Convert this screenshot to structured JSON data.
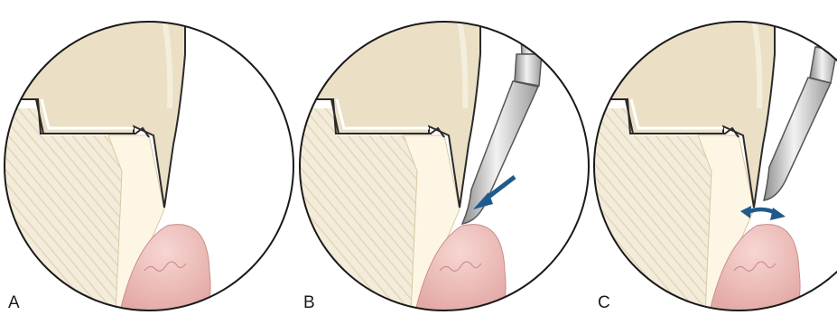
{
  "panels": [
    {
      "label": "A",
      "instrument": "none",
      "arrow": "none"
    },
    {
      "label": "B",
      "instrument": "scaler-icon",
      "arrow": "insertion-arrow"
    },
    {
      "label": "C",
      "instrument": "scaler-icon",
      "arrow": "lateral-arrow"
    }
  ],
  "colors": {
    "enamel": "#ede3cc",
    "crown_outline": "#2a2a2a",
    "root_hatch": "#efe6d2",
    "cementum": "#fbf3df",
    "gingiva": "#ecbcb8",
    "arrow": "#1f5a8c",
    "instrument": "#c9c9c9"
  }
}
